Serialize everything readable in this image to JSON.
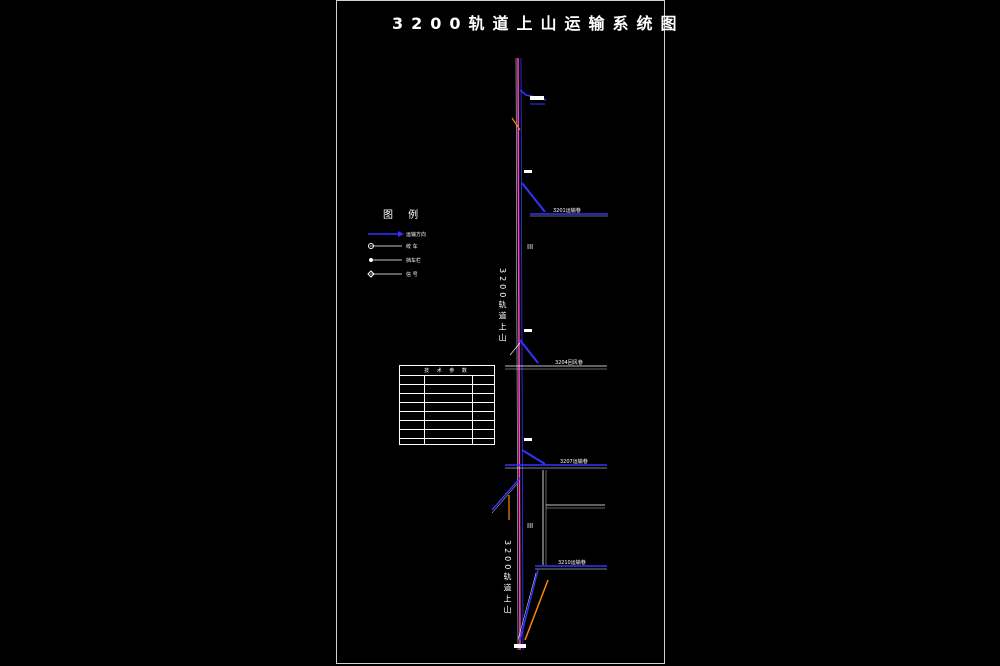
{
  "title": "3200轨道上山运输系统图",
  "legend": {
    "title": "图 例",
    "items": [
      {
        "label": "运输方向",
        "color": "#3333ff"
      },
      {
        "label": "绞 车",
        "color": "#ffffff"
      },
      {
        "label": "挡车栏",
        "color": "#ffffff"
      },
      {
        "label": "信 号",
        "color": "#ffffff"
      }
    ]
  },
  "side_labels": {
    "upper": "3200轨道上山",
    "lower": "3200轨道上山"
  },
  "roadway_labels": [
    "3201运输巷",
    "3204回风巷",
    "3207运输巷",
    "3210运输巷"
  ],
  "table": {
    "header": "技 术 参 数",
    "rows": [
      [
        "",
        ""
      ],
      [
        "",
        ""
      ],
      [
        "",
        ""
      ],
      [
        "",
        ""
      ],
      [
        "",
        ""
      ],
      [
        "",
        ""
      ],
      [
        "",
        ""
      ],
      [
        "",
        ""
      ]
    ]
  },
  "colors": {
    "track": "#ff44cc",
    "direction": "#3333ff",
    "orange": "#ff8800",
    "white": "#ffffff"
  }
}
